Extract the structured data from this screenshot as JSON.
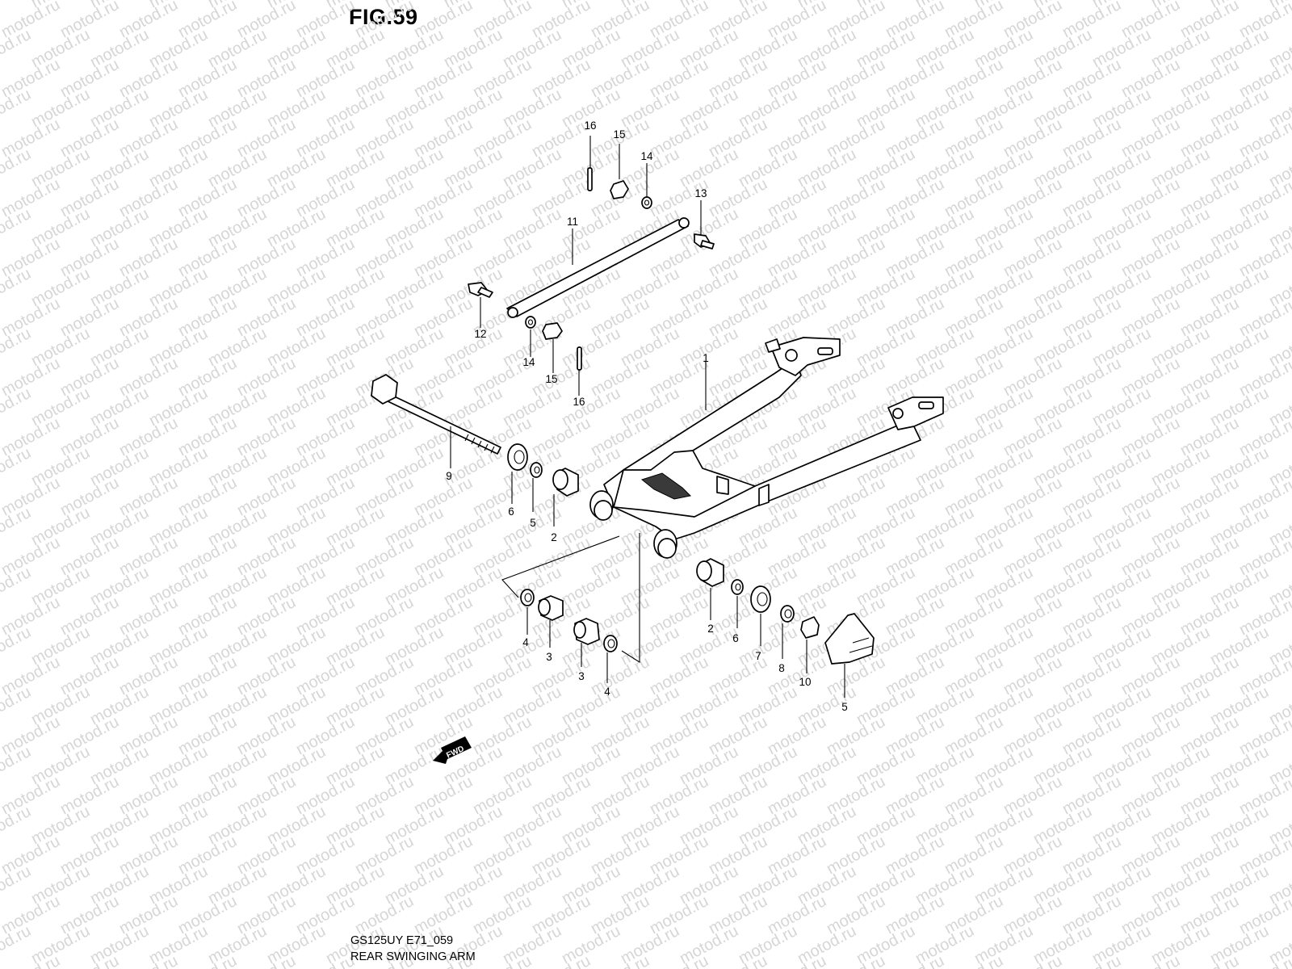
{
  "figure": {
    "title": "FIG.59",
    "code": "GS125UY E71_059",
    "name": "REAR SWINGING ARM"
  },
  "watermark": "motod.ru",
  "fwd_label": "FWD",
  "callouts": [
    "1",
    "2",
    "2",
    "3",
    "3",
    "4",
    "4",
    "5",
    "5",
    "6",
    "6",
    "7",
    "8",
    "9",
    "10",
    "11",
    "12",
    "13",
    "14",
    "14",
    "15",
    "15",
    "16",
    "16"
  ]
}
